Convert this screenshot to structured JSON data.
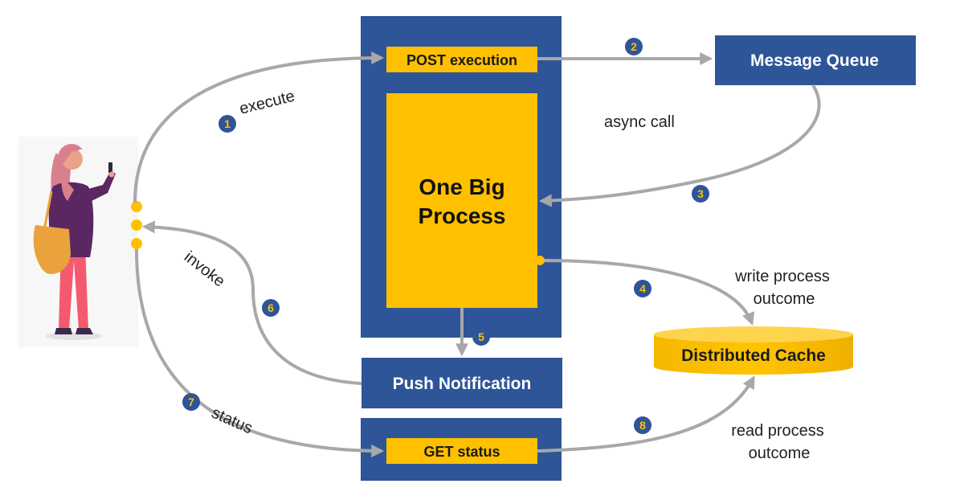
{
  "boxes": {
    "post_execution": "POST execution",
    "one_big_process_line1": "One Big",
    "one_big_process_line2": "Process",
    "message_queue": "Message Queue",
    "push_notification": "Push Notification",
    "get_status": "GET status",
    "distributed_cache": "Distributed Cache"
  },
  "labels": {
    "execute": "execute",
    "async_call": "async call",
    "invoke": "invoke",
    "status": "status",
    "write_line1": "write process",
    "write_line2": "outcome",
    "read_line1": "read process",
    "read_line2": "outcome"
  },
  "steps": [
    "1",
    "2",
    "3",
    "4",
    "5",
    "6",
    "7",
    "8"
  ],
  "colors": {
    "blue": "#2e5597",
    "yellow": "#ffc000",
    "arrow": "#a8a8a8"
  }
}
